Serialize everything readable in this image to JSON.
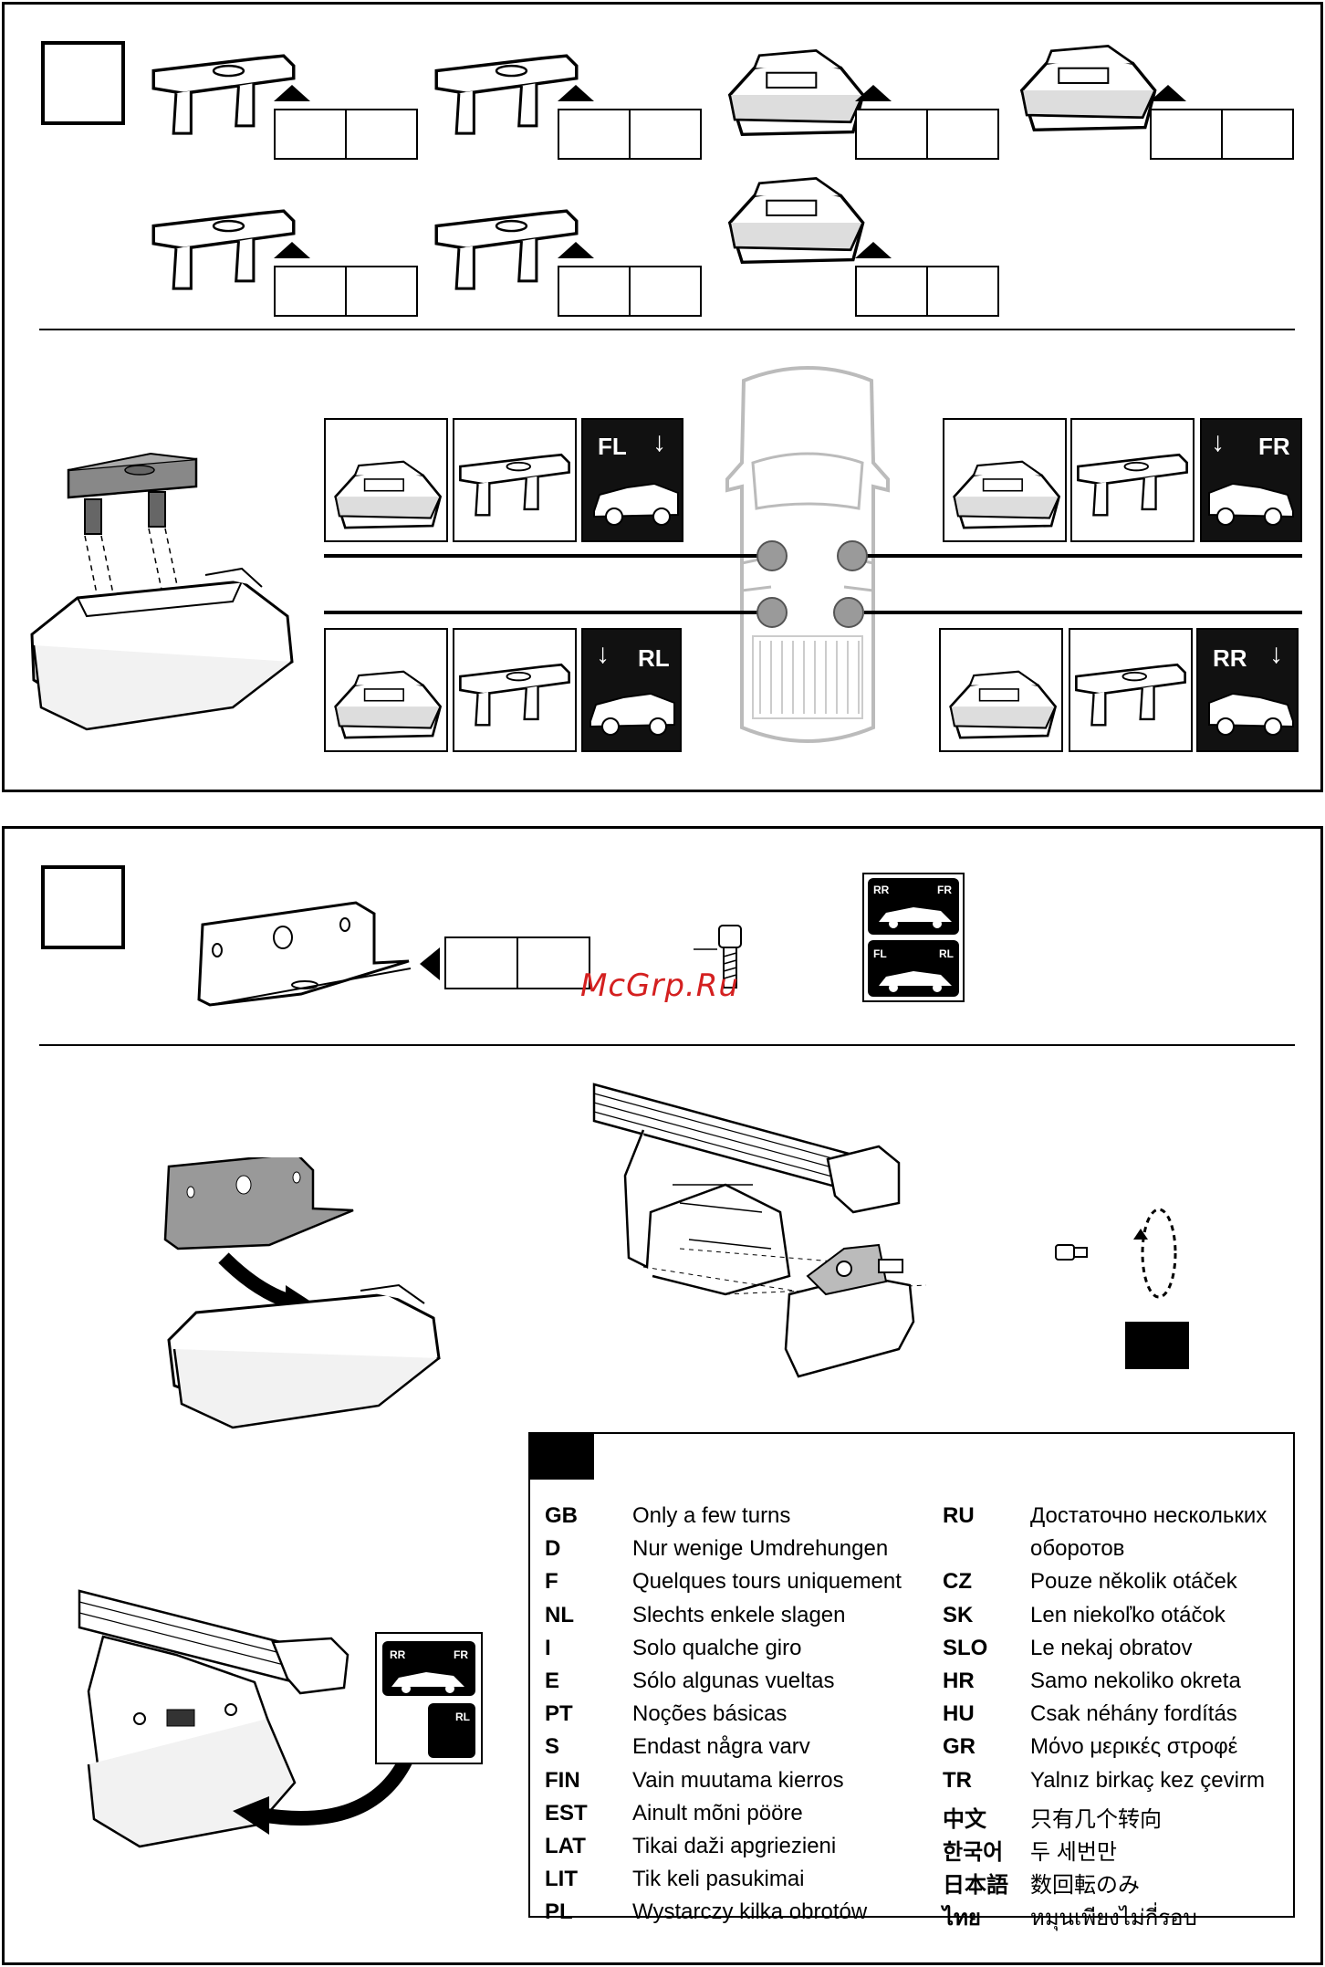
{
  "watermark": "McGrp.Ru",
  "top": {
    "corners": {
      "fl": "FL",
      "fr": "FR",
      "rl": "RL",
      "rr": "RR"
    }
  },
  "bottom": {
    "label_icon": {
      "rr": "RR",
      "fr": "FR",
      "fl": "FL",
      "rl": "RL"
    },
    "inset": {
      "rr": "RR",
      "fr": "FR",
      "rl": "RL"
    },
    "legend": {
      "left": [
        {
          "code": "GB",
          "text": "Only a few turns"
        },
        {
          "code": "D",
          "text": "Nur wenige Umdrehungen"
        },
        {
          "code": "F",
          "text": "Quelques tours uniquement"
        },
        {
          "code": "NL",
          "text": "Slechts enkele slagen"
        },
        {
          "code": "I",
          "text": "Solo qualche giro"
        },
        {
          "code": "E",
          "text": "Sólo algunas vueltas"
        },
        {
          "code": "PT",
          "text": "Noções básicas"
        },
        {
          "code": "S",
          "text": "Endast några varv"
        },
        {
          "code": "FIN",
          "text": "Vain muutama kierros"
        },
        {
          "code": "EST",
          "text": "Ainult mõni pööre"
        },
        {
          "code": "LAT",
          "text": "Tikai daži apgriezieni"
        },
        {
          "code": "LIT",
          "text": "Tik keli pasukimai"
        },
        {
          "code": "PL",
          "text": "Wystarczy kilka obrotów"
        }
      ],
      "right": [
        {
          "code": "RU",
          "text": "Достаточно нескольких"
        },
        {
          "code": "",
          "text": "оборотов"
        },
        {
          "code": "CZ",
          "text": "Pouze několik otáček"
        },
        {
          "code": "SK",
          "text": "Len niekoľko otáčok"
        },
        {
          "code": "SLO",
          "text": "Le nekaj obratov"
        },
        {
          "code": "HR",
          "text": "Samo nekoliko okreta"
        },
        {
          "code": "HU",
          "text": "Csak néhány fordítás"
        },
        {
          "code": "GR",
          "text": "Μόνο μερικές στροφέ"
        },
        {
          "code": "TR",
          "text": "Yalnız birkaç kez çevirm"
        },
        {
          "code": "中文",
          "text": "只有几个转向"
        },
        {
          "code": "한국어",
          "text": "두 세번만"
        },
        {
          "code": "日本語",
          "text": "数回転のみ"
        },
        {
          "code": "ไทย",
          "text": "หมุนเพียงไม่กี่รอบ"
        }
      ]
    }
  }
}
